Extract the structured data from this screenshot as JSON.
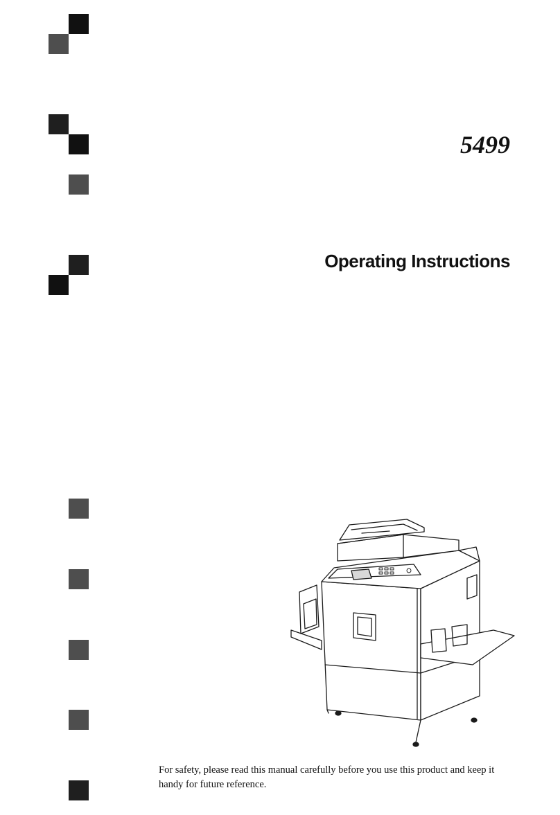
{
  "cover": {
    "model_number": "5499",
    "title": "Operating Instructions",
    "safety_note": "For safety, please read this manual carefully before you use this product and keep it handy for future reference."
  },
  "decorations": {
    "square_colors": [
      "#111111",
      "#1f1f1f",
      "#4e4e4e"
    ]
  },
  "illustration": {
    "icon": "digital-duplicator-machine-icon"
  }
}
